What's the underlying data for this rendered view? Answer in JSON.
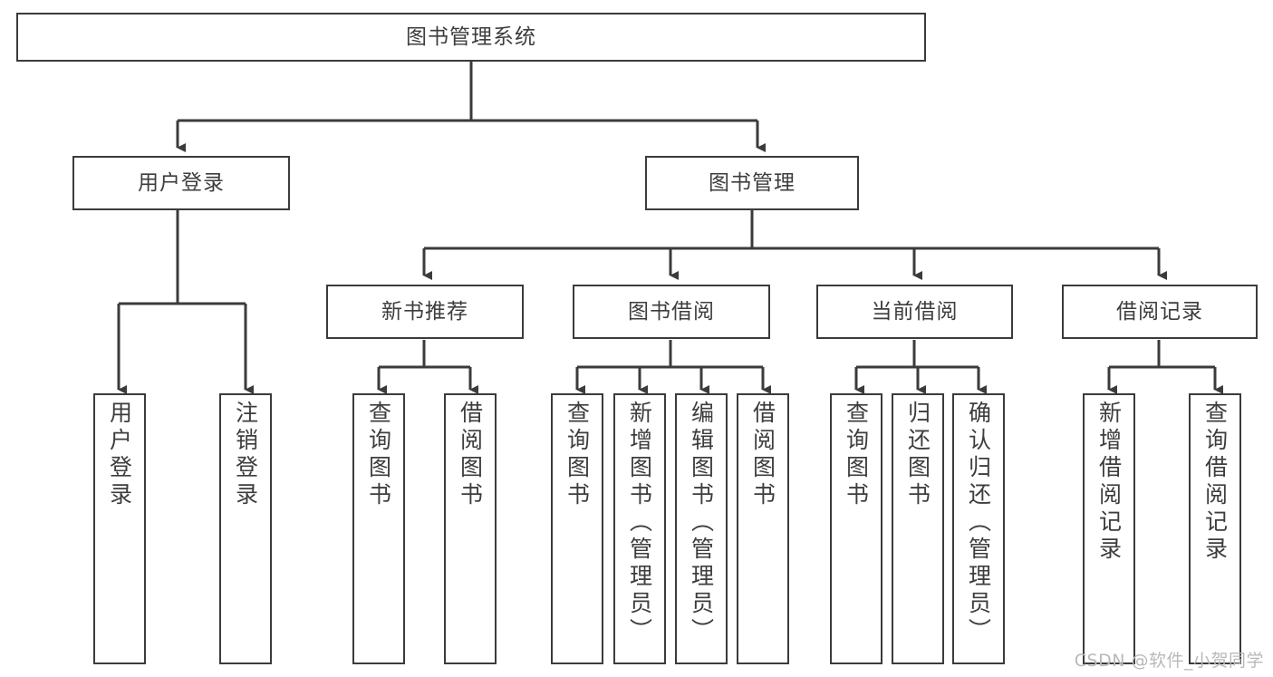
{
  "diagram": {
    "title": "图书管理系统",
    "type": "tree-hierarchy-chart",
    "watermark": "CSDN @软件_小贺同学",
    "colors": {
      "box_border": "#3b3b3b",
      "box_fill": "#ffffff",
      "text": "#3d3d3d",
      "line": "#3b3b3b",
      "watermark": "#b9b9b9",
      "background": "#ffffff"
    },
    "root": {
      "label": "图书管理系统"
    },
    "level1": [
      {
        "label": "用户登录"
      },
      {
        "label": "图书管理"
      }
    ],
    "level2": [
      {
        "label": "新书推荐"
      },
      {
        "label": "图书借阅"
      },
      {
        "label": "当前借阅"
      },
      {
        "label": "借阅记录"
      }
    ],
    "leaves": {
      "user_login": [
        {
          "label": "用户登录"
        },
        {
          "label": "注销登录"
        }
      ],
      "new_book_recommend": [
        {
          "label": "查询图书"
        },
        {
          "label": "借阅图书"
        }
      ],
      "book_borrow": [
        {
          "label": "查询图书"
        },
        {
          "label": "新增图书（管理员）"
        },
        {
          "label": "编辑图书（管理员）"
        },
        {
          "label": "借阅图书"
        }
      ],
      "current_borrow": [
        {
          "label": "查询图书"
        },
        {
          "label": "归还图书"
        },
        {
          "label": "确认归还（管理员）"
        }
      ],
      "borrow_record": [
        {
          "label": "新增借阅记录"
        },
        {
          "label": "查询借阅记录"
        }
      ]
    }
  }
}
